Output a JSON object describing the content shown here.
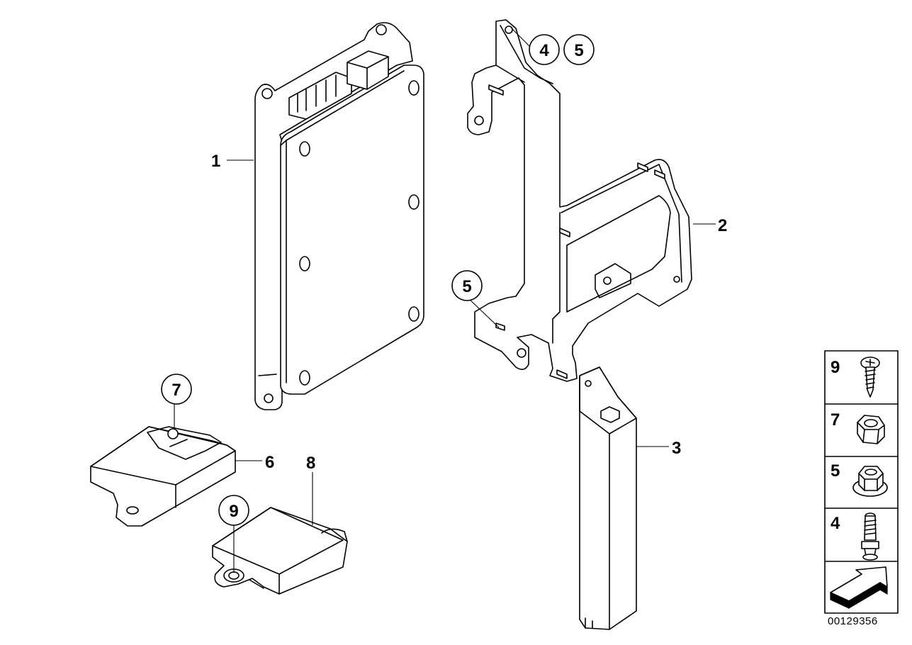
{
  "part_labels": {
    "p1": "1",
    "p2": "2",
    "p3": "3",
    "p6": "6",
    "p8": "8"
  },
  "callouts": {
    "c4": "4",
    "c5a": "5",
    "c5b": "5",
    "c7": "7",
    "c9": "9"
  },
  "legend": {
    "items": [
      {
        "number": "9",
        "icon": "screw-icon"
      },
      {
        "number": "7",
        "icon": "hex-nut-icon"
      },
      {
        "number": "5",
        "icon": "flange-nut-icon"
      },
      {
        "number": "4",
        "icon": "stud-bolt-icon"
      }
    ],
    "arrow_icon": "direction-arrow-icon"
  },
  "document_number": "00129356"
}
